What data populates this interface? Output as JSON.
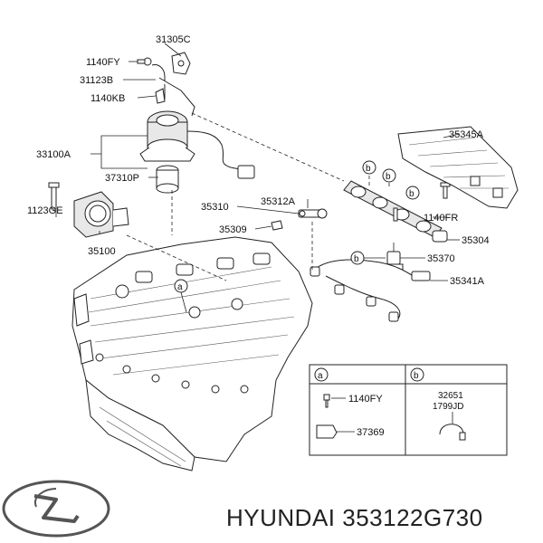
{
  "labels": {
    "p31305C": "31305C",
    "p1140FY_top": "1140FY",
    "p31123B": "31123B",
    "p1140KB": "1140KB",
    "p33100A": "33100A",
    "p37310P": "37310P",
    "p1123GE": "1123GE",
    "p35100": "35100",
    "p35310": "35310",
    "p35312A": "35312A",
    "p35309": "35309",
    "p35345A": "35345A",
    "p1140FR": "1140FR",
    "p35304": "35304",
    "p35370": "35370",
    "p35341A": "35341A"
  },
  "callouts": {
    "a": "a",
    "b": "b"
  },
  "legend": {
    "a_title": "a",
    "b_title": "b",
    "a_part1": "1140FY",
    "a_part2": "37369",
    "b_part1": "32651",
    "b_part2": "1799JD"
  },
  "footer": {
    "brand_part_number": "HYUNDAI 353122G730"
  },
  "icons": {
    "logo": "hyundai-logo-icon"
  }
}
